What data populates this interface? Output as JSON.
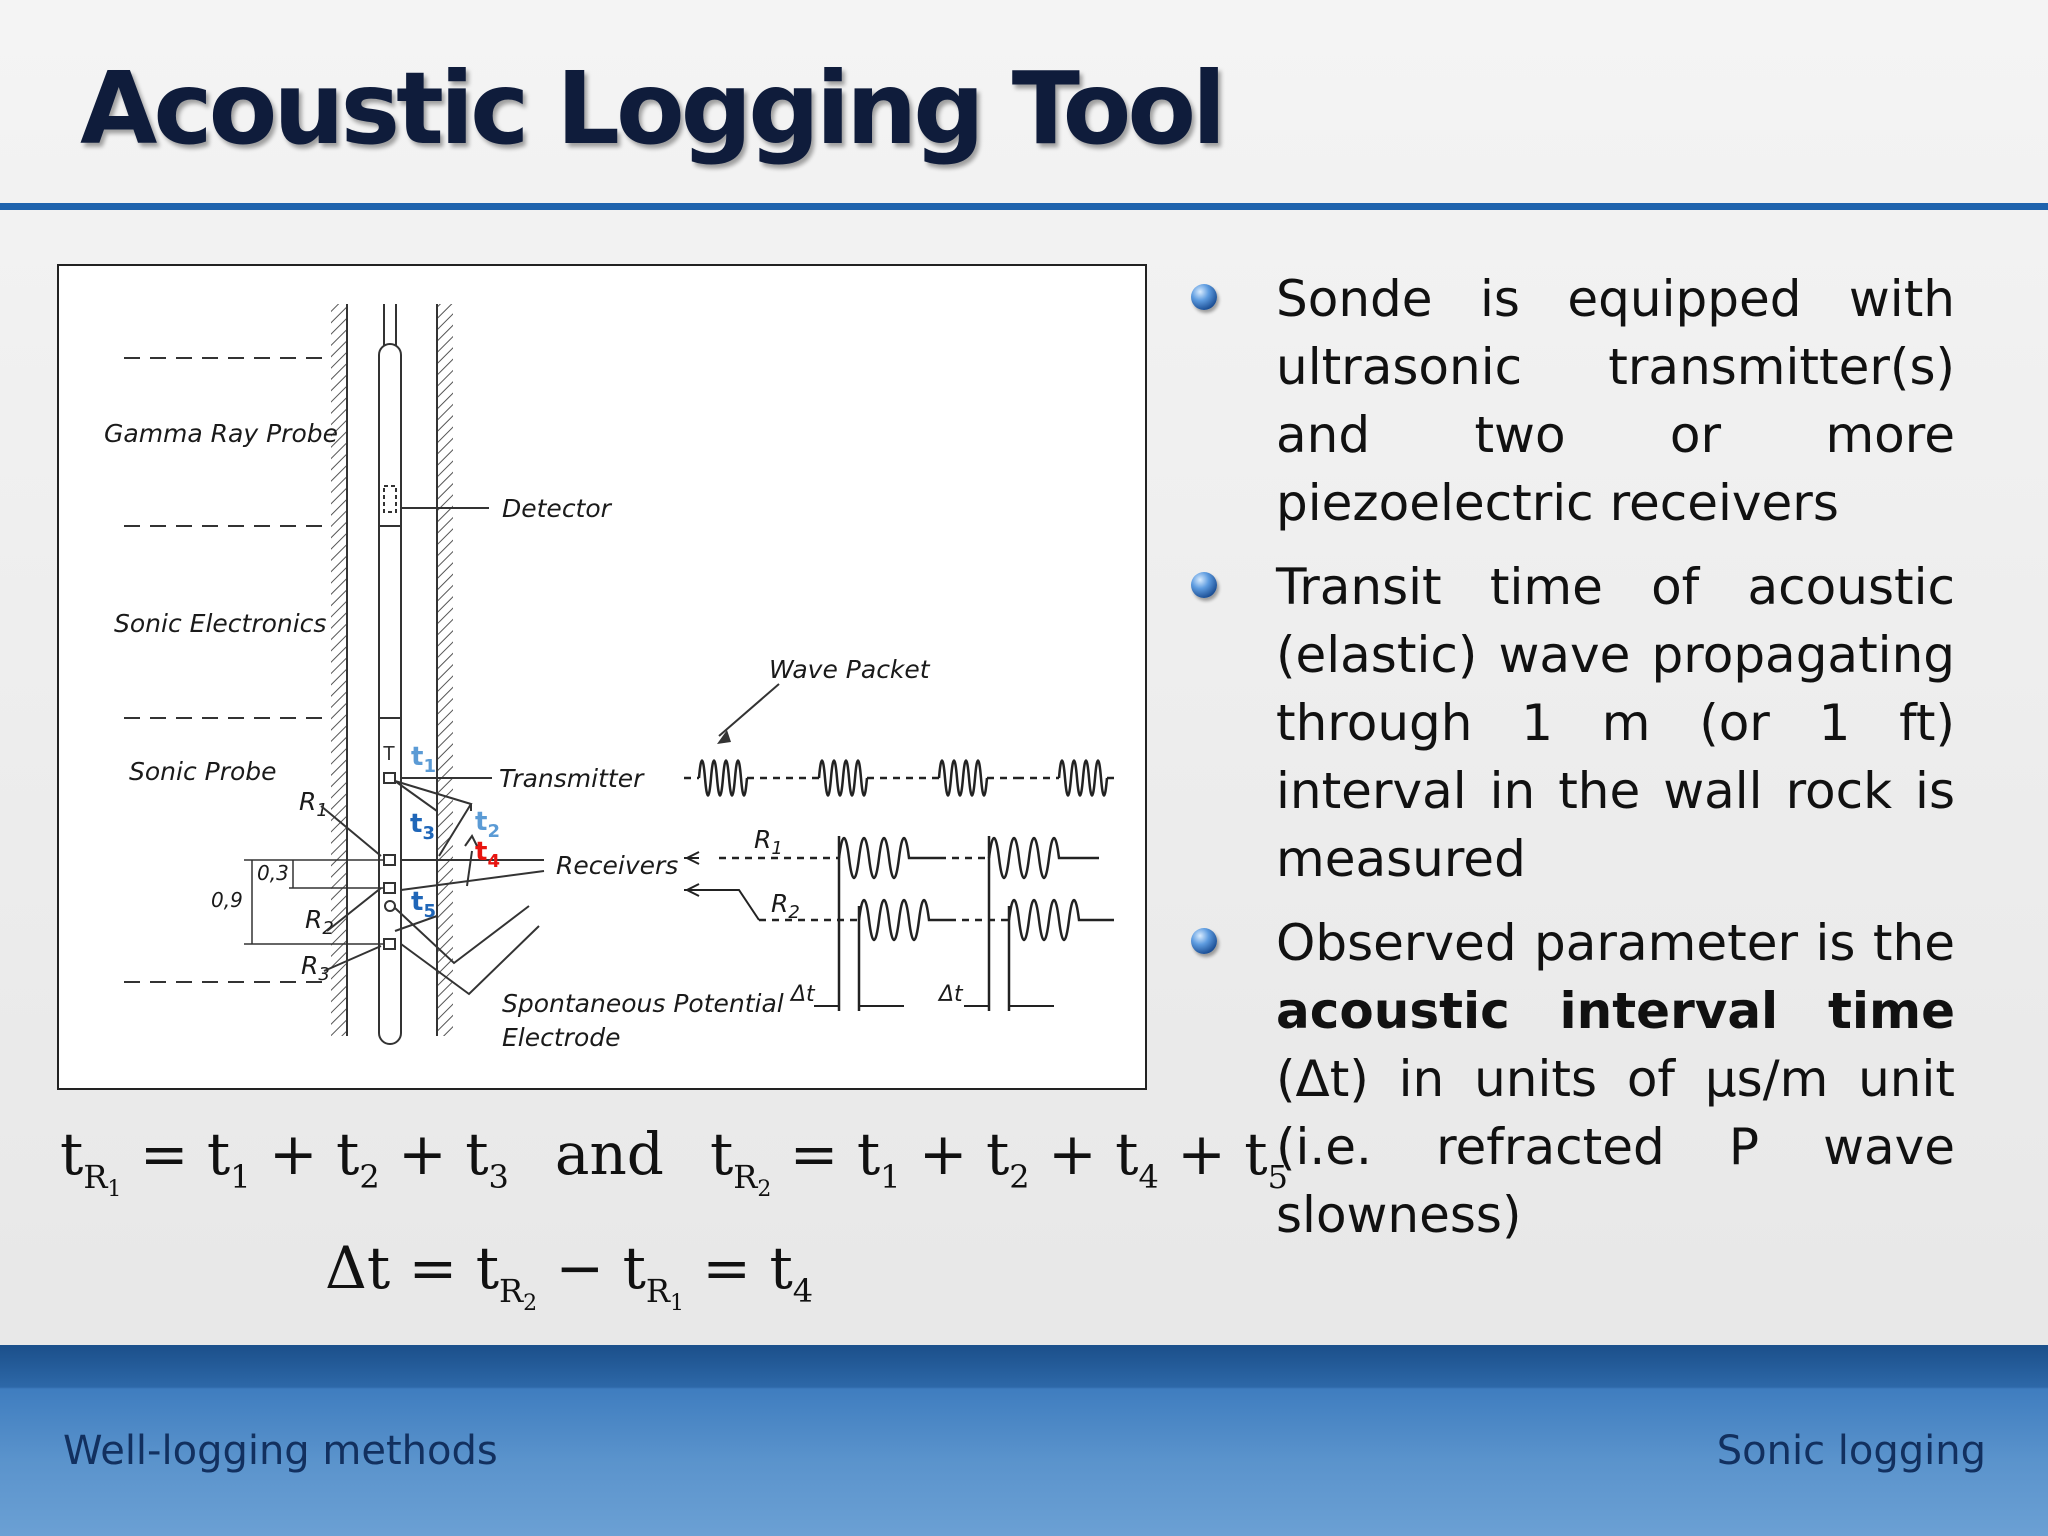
{
  "slide": {
    "title": "Acoustic Logging Tool",
    "footer_left": "Well-logging methods",
    "footer_right": "Sonic logging"
  },
  "diagram": {
    "labels": {
      "gamma": "Gamma Ray Probe",
      "electronics": "Sonic Electronics",
      "sonic_probe": "Sonic Probe",
      "detector": "Detector",
      "transmitter": "Transmitter",
      "receivers": "Receivers",
      "sp_line1": "Spontaneous Potential",
      "sp_line2": "Electrode",
      "wave_packet": "Wave Packet",
      "T": "T",
      "R": "R",
      "r1_sub": "1",
      "r2_sub": "2",
      "r3_sub": "3",
      "dim_03": "0,3",
      "dim_09": "0,9",
      "dt": "Δt"
    },
    "t_markers": [
      {
        "t": "t",
        "sub": "1",
        "color": "#5b9bd5"
      },
      {
        "t": "t",
        "sub": "2",
        "color": "#5b9bd5"
      },
      {
        "t": "t",
        "sub": "3",
        "color": "#1f66b8"
      },
      {
        "t": "t",
        "sub": "4",
        "color": "#e8140f"
      },
      {
        "t": "t",
        "sub": "5",
        "color": "#1f66b8"
      }
    ]
  },
  "bullets": [
    {
      "text": "Sonde is equipped with ultrasonic transmitter(s) and two or more piezoelectric receivers"
    },
    {
      "text": "Transit time of acoustic (elastic) wave propagating through 1 m (or 1 ft) interval in the wall rock is measured"
    },
    {
      "pre": "Observed parameter is the ",
      "bold": "acoustic interval time",
      "post": " (Δt) in units of µs/m unit (i.e. refracted P wave slowness)"
    }
  ],
  "formulas": {
    "f1": {
      "t": "t",
      "R": "R",
      "eq": " = ",
      "plus": " + ",
      "and": "and",
      "s1": "1",
      "s2": "2",
      "s3": "3",
      "s4": "4",
      "s5": "5"
    },
    "f2": {
      "delta_t": "Δt",
      "eq": " = ",
      "minus": " − ",
      "t": "t",
      "R": "R",
      "s1": "1",
      "s2": "2",
      "s4": "4"
    }
  }
}
